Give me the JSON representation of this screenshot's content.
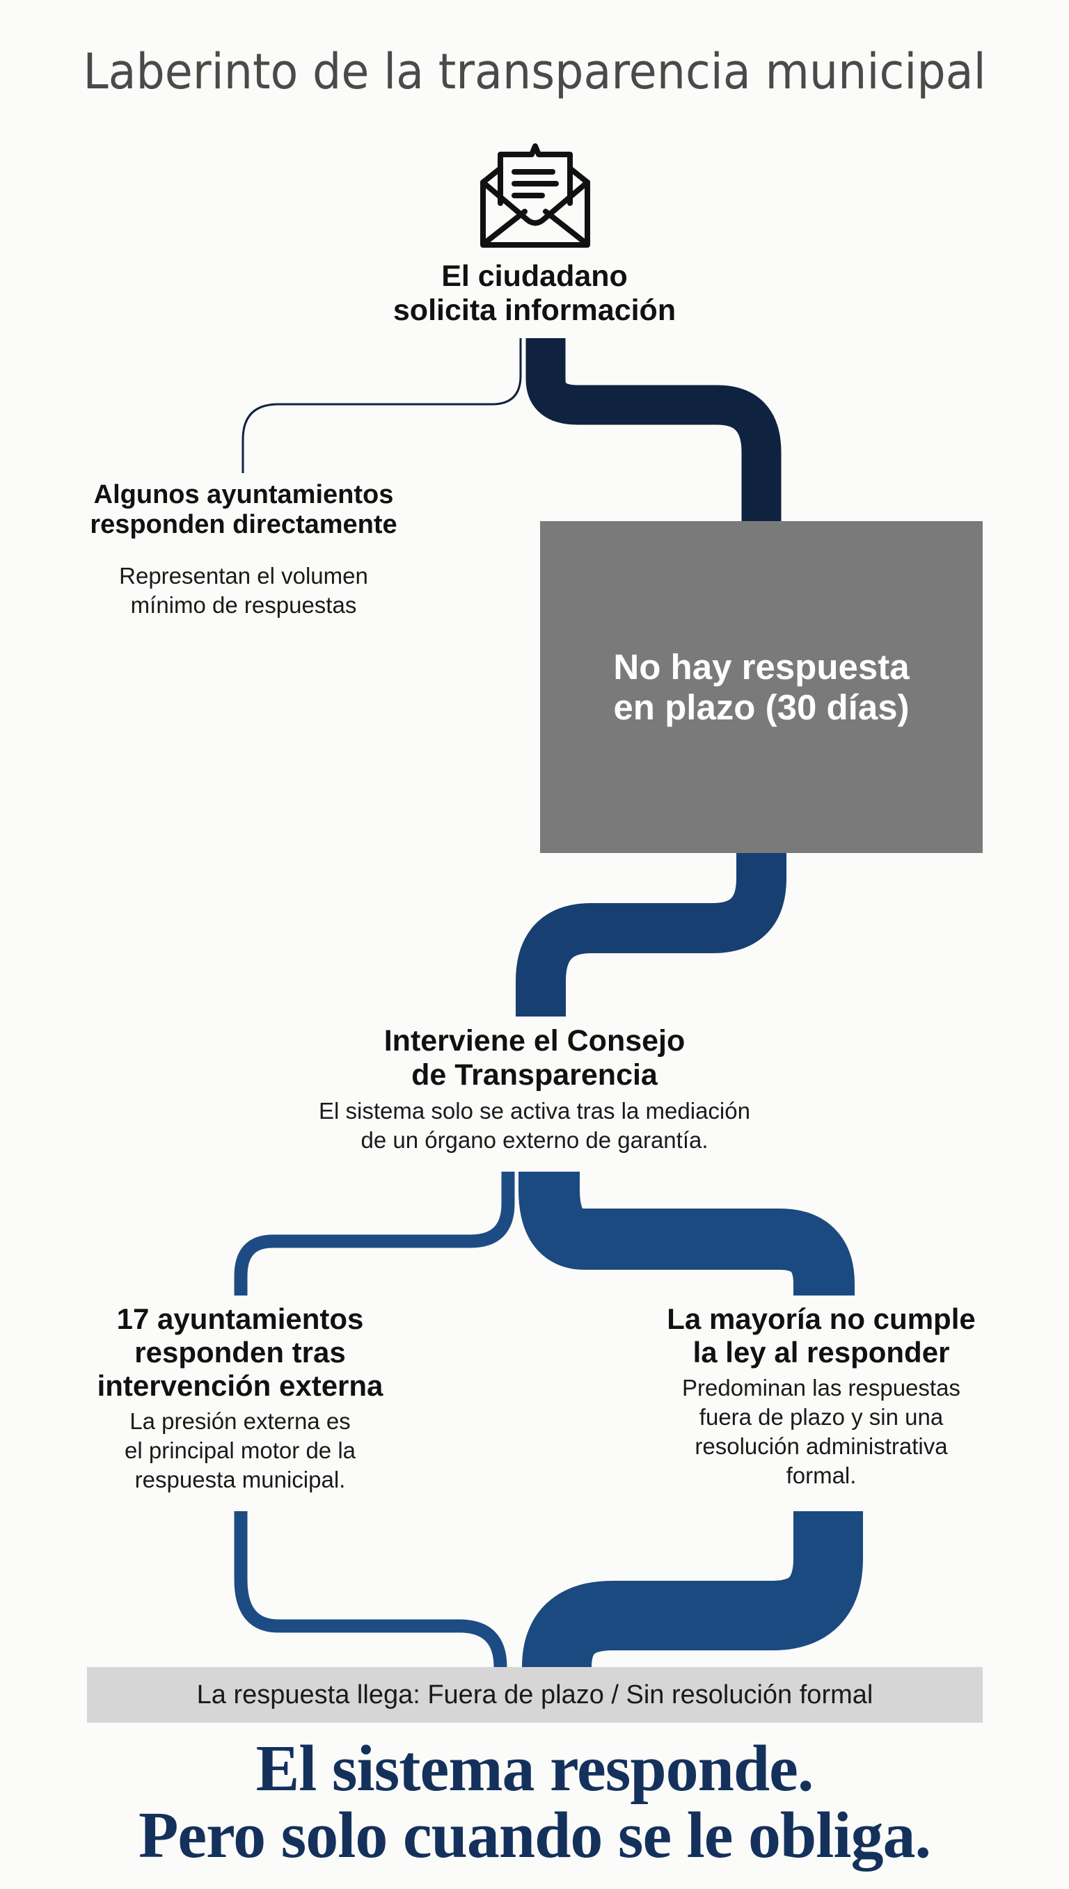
{
  "title": "Laberinto de la transparencia municipal",
  "colors": {
    "background": "#fbfbf9",
    "pipe_dark": "#0f2340",
    "pipe_blue": "#1b4a80",
    "no_response_box": "#7a7a7a",
    "banner": "#d6d6d6",
    "conclusion_text": "#14315c",
    "title_text": "#4a4a4a"
  },
  "start": {
    "icon": "envelope-open-letter-icon",
    "heading_line1": "El ciudadano",
    "heading_line2": "solicita información"
  },
  "direct_response": {
    "heading_line1": "Algunos ayuntamientos",
    "heading_line2": "responden directamente",
    "sub_line1": "Representan el volumen",
    "sub_line2": "mínimo de respuestas"
  },
  "no_response": {
    "line1": "No hay respuesta",
    "line2": "en plazo (30 días)"
  },
  "consejo": {
    "heading_line1": "Interviene el Consejo",
    "heading_line2": "de Transparencia",
    "sub_line1": "El sistema solo se activa tras la mediación",
    "sub_line2": "de un órgano externo de garantía."
  },
  "left_outcome": {
    "heading_line1": "17 ayuntamientos",
    "heading_line2": "responden tras",
    "heading_line3": "intervención externa",
    "sub_line1": "La presión externa es",
    "sub_line2": "el principal motor de la",
    "sub_line3": "respuesta municipal."
  },
  "right_outcome": {
    "heading_line1": "La mayoría no cumple",
    "heading_line2": "la ley al responder",
    "sub_line1": "Predominan las respuestas",
    "sub_line2": "fuera de plazo y sin una",
    "sub_line3": "resolución administrativa",
    "sub_line4": "formal."
  },
  "result_banner": {
    "label": "La respuesta llega: Fuera de plazo / Sin resolución formal"
  },
  "conclusion": {
    "line1": "El sistema responde.",
    "line2": "Pero solo cuando se le obliga."
  }
}
